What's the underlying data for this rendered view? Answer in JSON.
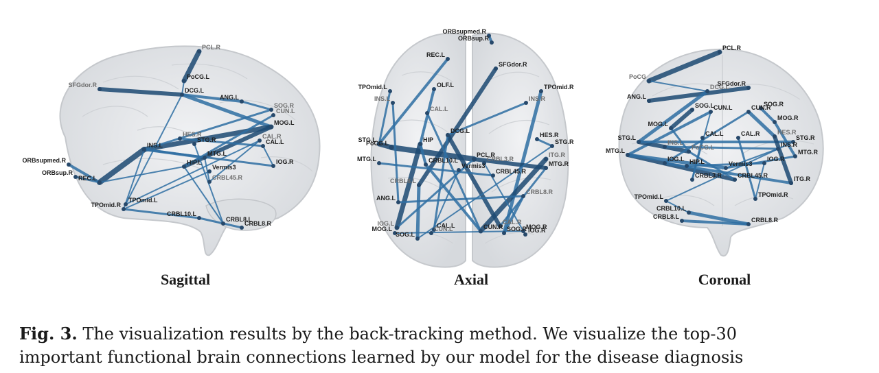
{
  "views": [
    {
      "id": "sagittal",
      "title": "Sagittal",
      "labels": [
        {
          "text": "PCL.R",
          "faint": true
        },
        {
          "text": "PoCG.L",
          "faint": false
        },
        {
          "text": "SFGdor.R",
          "faint": true
        },
        {
          "text": "DCG.L",
          "faint": false
        },
        {
          "text": "ANG.L",
          "faint": false
        },
        {
          "text": "SOG.R",
          "faint": true
        },
        {
          "text": "CUN.L",
          "faint": true
        },
        {
          "text": "MOG.L",
          "faint": false
        },
        {
          "text": "CAL.R",
          "faint": true
        },
        {
          "text": "HES.R",
          "faint": true
        },
        {
          "text": "CAL.L",
          "faint": false
        },
        {
          "text": "STG.R",
          "faint": false
        },
        {
          "text": "INS.L",
          "faint": false
        },
        {
          "text": "MTG.L",
          "faint": false
        },
        {
          "text": "IOG.R",
          "faint": false
        },
        {
          "text": "ORBsupmed.R",
          "faint": false
        },
        {
          "text": "HIP.L",
          "faint": false
        },
        {
          "text": "Vermis3",
          "faint": false
        },
        {
          "text": "ORBsup.R",
          "faint": false
        },
        {
          "text": "REC.L",
          "faint": false
        },
        {
          "text": "CRBL45.R",
          "faint": true
        },
        {
          "text": "TPOmid.L",
          "faint": false
        },
        {
          "text": "TPOmid.R",
          "faint": false
        },
        {
          "text": "CRBL10.L",
          "faint": false
        },
        {
          "text": "CRBL8.L",
          "faint": false
        },
        {
          "text": "CRBL8.R",
          "faint": false
        }
      ]
    },
    {
      "id": "axial",
      "title": "Axial",
      "labels": [
        {
          "text": "ORBsupmed.R",
          "faint": false
        },
        {
          "text": "ORBsup.R",
          "faint": false
        },
        {
          "text": "REC.L",
          "faint": false
        },
        {
          "text": "SFGdor.R",
          "faint": false
        },
        {
          "text": "TPOmid.L",
          "faint": false
        },
        {
          "text": "OLF.L",
          "faint": false
        },
        {
          "text": "TPOmid.R",
          "faint": false
        },
        {
          "text": "INS.L",
          "faint": true
        },
        {
          "text": "INS.R",
          "faint": true
        },
        {
          "text": "CAL.L",
          "faint": true
        },
        {
          "text": "DCG.L",
          "faint": false
        },
        {
          "text": "HES.R",
          "faint": false
        },
        {
          "text": "STG.L",
          "faint": false
        },
        {
          "text": "HIP",
          "faint": false
        },
        {
          "text": "STG.R",
          "faint": false
        },
        {
          "text": "PoCG.L",
          "faint": false
        },
        {
          "text": "PCL.R",
          "faint": false
        },
        {
          "text": "MTG.L",
          "faint": false
        },
        {
          "text": "CRBL10.L",
          "faint": false
        },
        {
          "text": "Vermis3",
          "faint": false
        },
        {
          "text": "CRBL3.R",
          "faint": true
        },
        {
          "text": "ITG.R",
          "faint": true
        },
        {
          "text": "MTG.R",
          "faint": false
        },
        {
          "text": "CRBL45.R",
          "faint": false
        },
        {
          "text": "CRBL8.L",
          "faint": true
        },
        {
          "text": "ANG.L",
          "faint": false
        },
        {
          "text": "CRBL8.R",
          "faint": true
        },
        {
          "text": "IOG.L",
          "faint": true
        },
        {
          "text": "CAL.L",
          "faint": false
        },
        {
          "text": "CAL.R",
          "faint": true
        },
        {
          "text": "MOG.L",
          "faint": false
        },
        {
          "text": "CUN.L",
          "faint": true
        },
        {
          "text": "CUN.R",
          "faint": false
        },
        {
          "text": "SOG.R",
          "faint": false
        },
        {
          "text": "MOG.R",
          "faint": false
        },
        {
          "text": "SOG.L",
          "faint": false
        },
        {
          "text": "IOG.R",
          "faint": false
        }
      ]
    },
    {
      "id": "coronal",
      "title": "Coronal",
      "labels": [
        {
          "text": "PCL.R",
          "faint": false
        },
        {
          "text": "PoCG",
          "faint": true
        },
        {
          "text": "SFGdor.R",
          "faint": false
        },
        {
          "text": "DCG.L",
          "faint": true
        },
        {
          "text": "ANG.L",
          "faint": false
        },
        {
          "text": "SOG.L",
          "faint": false
        },
        {
          "text": "CUN.L",
          "faint": false
        },
        {
          "text": "CUN.R",
          "faint": false
        },
        {
          "text": "SOG.R",
          "faint": false
        },
        {
          "text": "MOG.L",
          "faint": false
        },
        {
          "text": "MOG.R",
          "faint": false
        },
        {
          "text": "HES.R",
          "faint": true
        },
        {
          "text": "CAL.L",
          "faint": false
        },
        {
          "text": "CAL.R",
          "faint": false
        },
        {
          "text": "STG.L",
          "faint": false
        },
        {
          "text": "INS.L",
          "faint": true
        },
        {
          "text": "PoCG.L",
          "faint": true
        },
        {
          "text": "STG.R",
          "faint": false
        },
        {
          "text": "INS.R",
          "faint": false
        },
        {
          "text": "MTG.L",
          "faint": false
        },
        {
          "text": "IOG.L",
          "faint": false
        },
        {
          "text": "HIP.L",
          "faint": false
        },
        {
          "text": "Vermis3",
          "faint": false
        },
        {
          "text": "IOG.R",
          "faint": false
        },
        {
          "text": "MTG.R",
          "faint": false
        },
        {
          "text": "CRBL3.R",
          "faint": false
        },
        {
          "text": "CRBL45.R",
          "faint": false
        },
        {
          "text": "ITG.R",
          "faint": false
        },
        {
          "text": "TPOmid.L",
          "faint": false
        },
        {
          "text": "TPOmid.R",
          "faint": false
        },
        {
          "text": "CRBL10.L",
          "faint": false
        },
        {
          "text": "CRBL8.L",
          "faint": false
        },
        {
          "text": "CRBL8.R",
          "faint": false
        }
      ]
    }
  ],
  "colors": {
    "edge": "#2f6fa3",
    "edge_dark": "#1d4a73",
    "node": "#27496b",
    "brain_fill": "#e4e6e9",
    "brain_stroke": "#c5c8cc"
  },
  "caption": {
    "label": "Fig. 3.",
    "line1": "The visualization results by the back-tracking method. We visualize the top-30",
    "line2": "important functional brain connections learned by our model for the disease diagnosis"
  }
}
